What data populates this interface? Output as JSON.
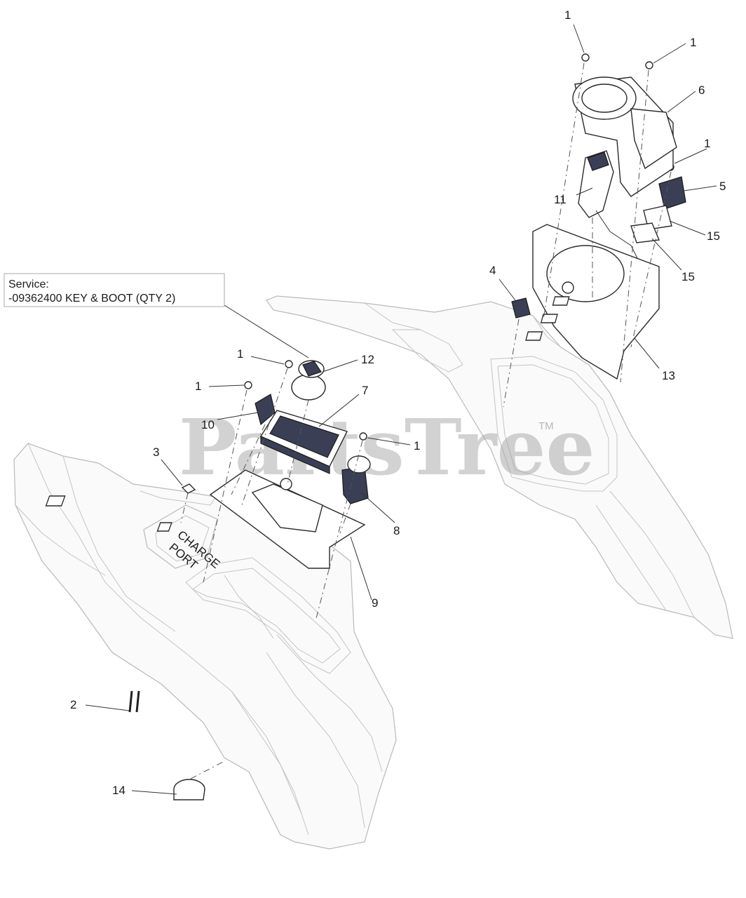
{
  "service_note": {
    "line1": "Service:",
    "line2": "-09362400  KEY & BOOT (QTY 2)"
  },
  "watermark": {
    "text": "PartsTree",
    "tm": "TM"
  },
  "callouts": [
    {
      "id": "c-1a",
      "label": "1"
    },
    {
      "id": "c-1b",
      "label": "1"
    },
    {
      "id": "c-1c",
      "label": "1"
    },
    {
      "id": "c-1d",
      "label": "1"
    },
    {
      "id": "c-1e",
      "label": "1"
    },
    {
      "id": "c-1f",
      "label": "1"
    },
    {
      "id": "c-2",
      "label": "2"
    },
    {
      "id": "c-3",
      "label": "3"
    },
    {
      "id": "c-4",
      "label": "4"
    },
    {
      "id": "c-5",
      "label": "5"
    },
    {
      "id": "c-6",
      "label": "6"
    },
    {
      "id": "c-7",
      "label": "7"
    },
    {
      "id": "c-8",
      "label": "8"
    },
    {
      "id": "c-9",
      "label": "9"
    },
    {
      "id": "c-10",
      "label": "10"
    },
    {
      "id": "c-11",
      "label": "11"
    },
    {
      "id": "c-12",
      "label": "12"
    },
    {
      "id": "c-13",
      "label": "13"
    },
    {
      "id": "c-14",
      "label": "14"
    },
    {
      "id": "c-15a",
      "label": "15"
    },
    {
      "id": "c-15b",
      "label": "15"
    }
  ],
  "charge_port": {
    "line1": "CHARGE",
    "line2": "PORT"
  }
}
